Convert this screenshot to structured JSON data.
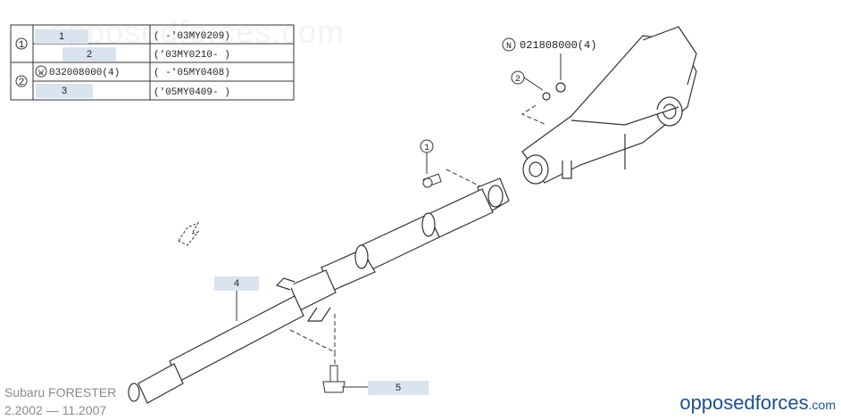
{
  "table": {
    "rows": [
      {
        "group": "1",
        "ref": "1",
        "range": "(   -'03MY0209)"
      },
      {
        "group": "1",
        "ref": "2",
        "range": "('03MY0210-     )"
      },
      {
        "group": "2",
        "ref": "032008000(4)",
        "ref_prefix": "W",
        "range": "(   -'05MY0408)"
      },
      {
        "group": "2",
        "ref": "3",
        "range": "('05MY0409-     )"
      }
    ],
    "group_labels": [
      "1",
      "2"
    ]
  },
  "callouts": {
    "nut_code": "021808000(4)",
    "nut_prefix": "N",
    "circle_2": "2",
    "circle_1": "1",
    "label_4": "4",
    "label_5": "5"
  },
  "footer": {
    "model": "Subaru FORESTER",
    "dates": "2.2002 — 11.2007",
    "brand_main": "opposedforces",
    "brand_suffix": ".com"
  },
  "watermark": "opposedforces.com"
}
